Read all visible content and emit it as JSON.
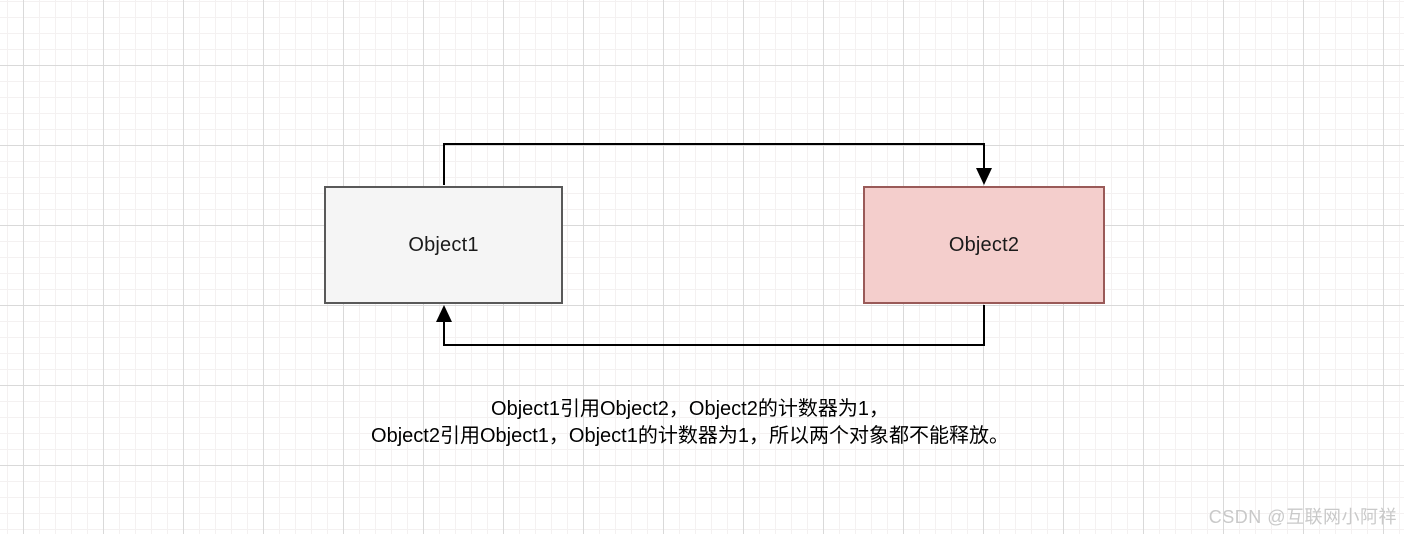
{
  "diagram": {
    "nodes": [
      {
        "label": "Object1"
      },
      {
        "label": "Object2"
      }
    ],
    "caption": {
      "line1": "Object1引用Object2，Object2的计数器为1，",
      "line2": "Object2引用Object1，Object1的计数器为1，所以两个对象都不能释放。"
    },
    "colors": {
      "node1_fill": "#f5f5f5",
      "node1_border": "#595959",
      "node2_fill": "#f4cecc",
      "node2_border": "#9a5a58",
      "connector": "#000000",
      "grid_minor": "#f4f1f1",
      "grid_major": "#d9d9d9",
      "background": "#ffffff"
    }
  },
  "watermark": {
    "text": "CSDN @互联网小阿祥"
  }
}
